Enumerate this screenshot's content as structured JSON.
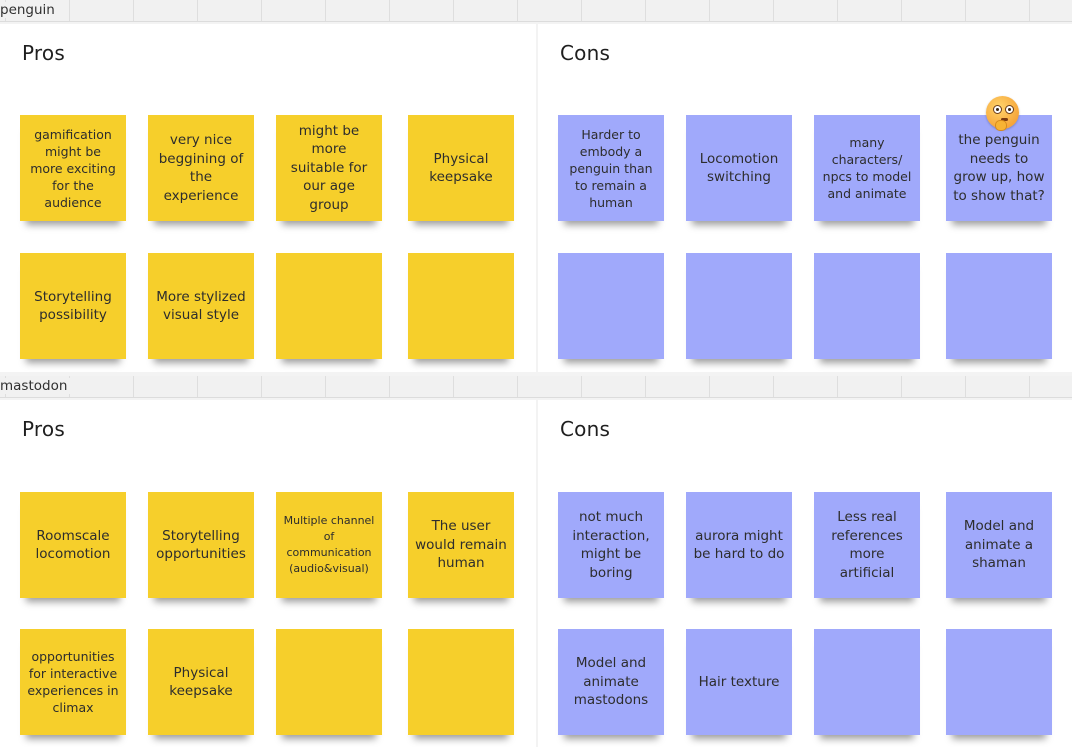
{
  "frames": [
    {
      "label": "penguin",
      "pros": {
        "title": "Pros",
        "notes": [
          "gamification might be more exciting for the audience",
          "very nice beggining of the experience",
          "might be more suitable for our age group",
          "Physical keepsake",
          "Storytelling possibility",
          "More stylized visual style",
          "",
          ""
        ]
      },
      "cons": {
        "title": "Cons",
        "notes": [
          "Harder to embody a penguin than to remain a human",
          "Locomotion switching",
          "many characters/ npcs to model and animate",
          "the penguin needs to grow up, how to show that?",
          "",
          "",
          "",
          ""
        ],
        "reaction": "face-with-monocle-emoji"
      }
    },
    {
      "label": "mastodon",
      "pros": {
        "title": "Pros",
        "notes": [
          "Roomscale locomotion",
          "Storytelling opportunities",
          "Multiple channel of communication (audio&visual)",
          "The user would remain human",
          "opportunities for interactive experiences in climax",
          "Physical keepsake",
          "",
          ""
        ]
      },
      "cons": {
        "title": "Cons",
        "notes": [
          "not much interaction, might be boring",
          "aurora might be hard to do",
          "Less real references more artificial",
          "Model and animate a shaman",
          "Model and animate mastodons",
          "Hair texture",
          "",
          ""
        ]
      }
    }
  ],
  "colors": {
    "pro_note": "#f6cf2b",
    "con_note": "#a0a9fb",
    "canvas": "#ffffff",
    "frame_bar": "#f1f1f1"
  }
}
